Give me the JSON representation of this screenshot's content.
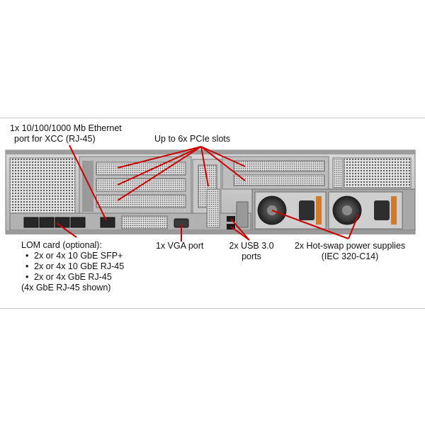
{
  "labels": {
    "xcc_port": [
      "1x 10/100/1000 Mb Ethernet",
      "port for XCC (RJ-45)"
    ],
    "pcie_slots": "Up to 6x PCIe slots",
    "lom_card": {
      "title": "LOM card (optional):",
      "options": [
        "2x or 4x 10 GbE SFP+",
        "2x or 4x 10 GbE RJ-45",
        "2x or 4x GbE RJ-45"
      ],
      "note": "(4x GbE RJ-45 shown)"
    },
    "vga_port": "1x VGA port",
    "usb_ports": [
      "2x USB 3.0",
      "ports"
    ],
    "power_supplies": [
      "2x Hot-swap power supplies",
      "(IEC 320-C14)"
    ]
  },
  "colors": {
    "callout": "#cc0000",
    "chassis": "#c4c4c4",
    "chassis_dark": "#8a8a8a",
    "psu_handle": "#d07a2a"
  }
}
